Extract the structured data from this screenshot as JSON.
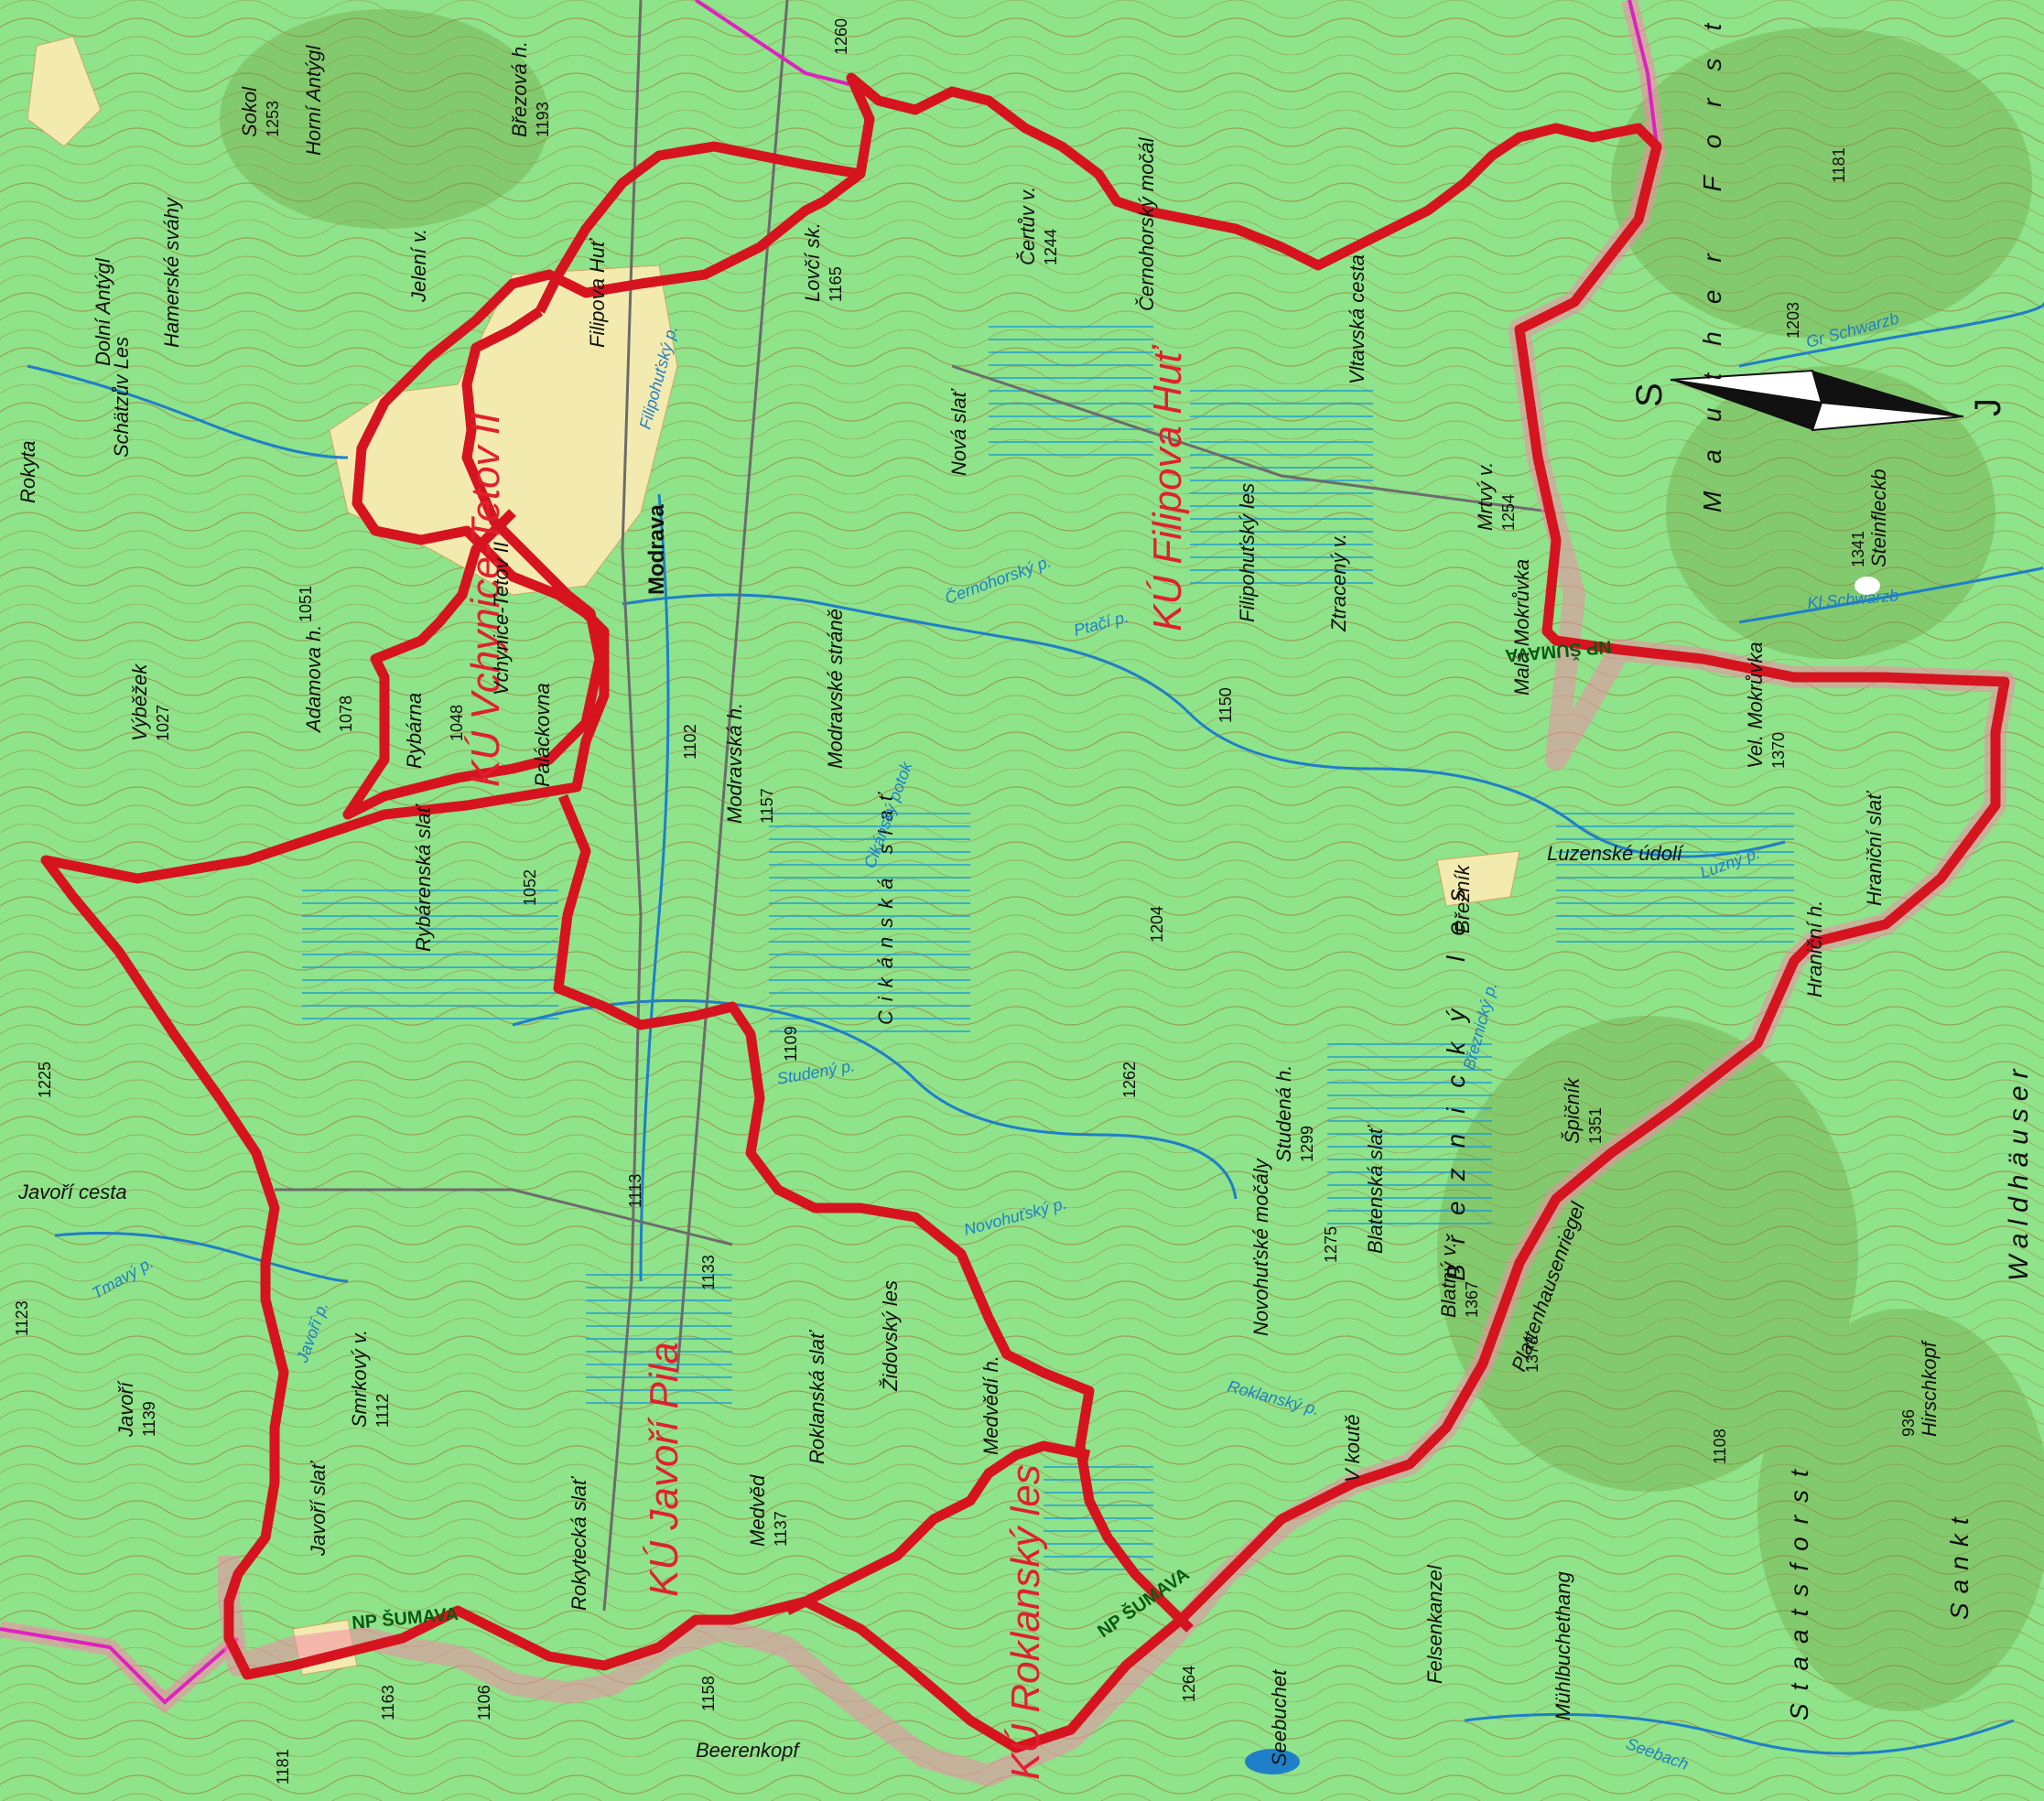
{
  "map": {
    "colors": {
      "forest": "#8fe38a",
      "clearing": "#f3eab0",
      "boundary": "#d6141f",
      "boundary_glow": "#f08aa8",
      "water": "#1f7fc8",
      "border_line": "#e020c0",
      "contour": "#a06c2a"
    },
    "regions": [
      {
        "name": "KÚ Vchynice-Tetov II"
      },
      {
        "name": "KÚ Filipova Huť"
      },
      {
        "name": "KÚ Javoří Pila"
      },
      {
        "name": "KÚ Roklanský les"
      }
    ],
    "places": [
      {
        "text": "Modrava"
      },
      {
        "text": "Filipova Huť"
      },
      {
        "text": "Luzenské údolí"
      },
      {
        "text": "Březník"
      },
      {
        "text": "Rybárna"
      },
      {
        "text": "Vchynice-Tetov II"
      },
      {
        "text": "Paláckovna"
      },
      {
        "text": "Rokyta"
      },
      {
        "text": "Schätzův Les"
      },
      {
        "text": "Dolní Antýgl"
      },
      {
        "text": "Horní Antýgl"
      },
      {
        "text": "Hamerské sváhy"
      },
      {
        "text": "Beerenkopf"
      },
      {
        "text": "Javoří cesta"
      }
    ],
    "features": [
      {
        "text": "Cikánská slať"
      },
      {
        "text": "Modravské stráně"
      },
      {
        "text": "Rybárenská slať"
      },
      {
        "text": "Rokytecká slať"
      },
      {
        "text": "Roklanská slať"
      },
      {
        "text": "Židovský les"
      },
      {
        "text": "Blatenská slať"
      },
      {
        "text": "Novohuťské močály"
      },
      {
        "text": "Filipohuťský les"
      },
      {
        "text": "Vltavská cesta"
      },
      {
        "text": "Černohorský močál"
      },
      {
        "text": "Nová slať"
      },
      {
        "text": "Hraniční slať"
      },
      {
        "text": "Javoří slať"
      },
      {
        "text": "Březnický les"
      },
      {
        "text": "Mauther Forst"
      },
      {
        "text": "Staatsforst"
      },
      {
        "text": "Waldhäuser"
      },
      {
        "text": "Sankt"
      },
      {
        "text": "Seebuchet"
      },
      {
        "text": "Felsenkanzel"
      },
      {
        "text": "Mühlbuchethang"
      },
      {
        "text": "Plattenhausenriegel"
      },
      {
        "text": "V koutě"
      }
    ],
    "peaks": [
      {
        "name": "Sokol",
        "elev": "1253"
      },
      {
        "name": "Březová h.",
        "elev": "1193"
      },
      {
        "name": "Jelení v.",
        "elev": ""
      },
      {
        "name": "Lovčí sk.",
        "elev": "1165"
      },
      {
        "name": "Čertův v.",
        "elev": "1244"
      },
      {
        "name": "Mrtvý v.",
        "elev": "1254"
      },
      {
        "name": "Malá Mokrůvka",
        "elev": ""
      },
      {
        "name": "Vel. Mokrůvka",
        "elev": "1370"
      },
      {
        "name": "Steinfleckb",
        "elev": "1341"
      },
      {
        "name": "Ztracený v.",
        "elev": ""
      },
      {
        "name": "Modravská h.",
        "elev": "1157"
      },
      {
        "name": "Adamova h.",
        "elev": "1078"
      },
      {
        "name": "Výběžek",
        "elev": "1027"
      },
      {
        "name": "Studená h.",
        "elev": "1299"
      },
      {
        "name": "Špičník",
        "elev": "1351"
      },
      {
        "name": "Hraniční h.",
        "elev": ""
      },
      {
        "name": "Blatný v.",
        "elev": "1367"
      },
      {
        "name": "Smrkový v.",
        "elev": "1112"
      },
      {
        "name": "Javoří",
        "elev": "1139"
      },
      {
        "name": "Medvěd",
        "elev": "1137"
      },
      {
        "name": "Medvědí h.",
        "elev": ""
      },
      {
        "name": "Hirschkopf",
        "elev": "936"
      }
    ],
    "spot_heights": [
      "1102",
      "1109",
      "1204",
      "1052",
      "1051",
      "1048",
      "1150",
      "1113",
      "1133",
      "1262",
      "1275",
      "1106",
      "1181",
      "1163",
      "1158",
      "1225",
      "1123",
      "1203",
      "1181",
      "1260",
      "1264",
      "1373",
      "1108"
    ],
    "streams": [
      {
        "text": "Černohorský p."
      },
      {
        "text": "Ptačí p."
      },
      {
        "text": "Cikánský potok"
      },
      {
        "text": "Studený p."
      },
      {
        "text": "Novohuťský p."
      },
      {
        "text": "Roklanský p."
      },
      {
        "text": "Filipohuťský p."
      },
      {
        "text": "Březnický p."
      },
      {
        "text": "Luzný p."
      },
      {
        "text": "Javoří p."
      },
      {
        "text": "Tmavý p."
      },
      {
        "text": "Gr Schwarzb"
      },
      {
        "text": "Kl Schwarzb"
      },
      {
        "text": "Seebach"
      }
    ],
    "np_labels": [
      "NP ŠUMAVA",
      "NP ŠUMAVA",
      "NP ŠUMAVA"
    ],
    "compass": {
      "left": "S",
      "right": "J"
    }
  }
}
